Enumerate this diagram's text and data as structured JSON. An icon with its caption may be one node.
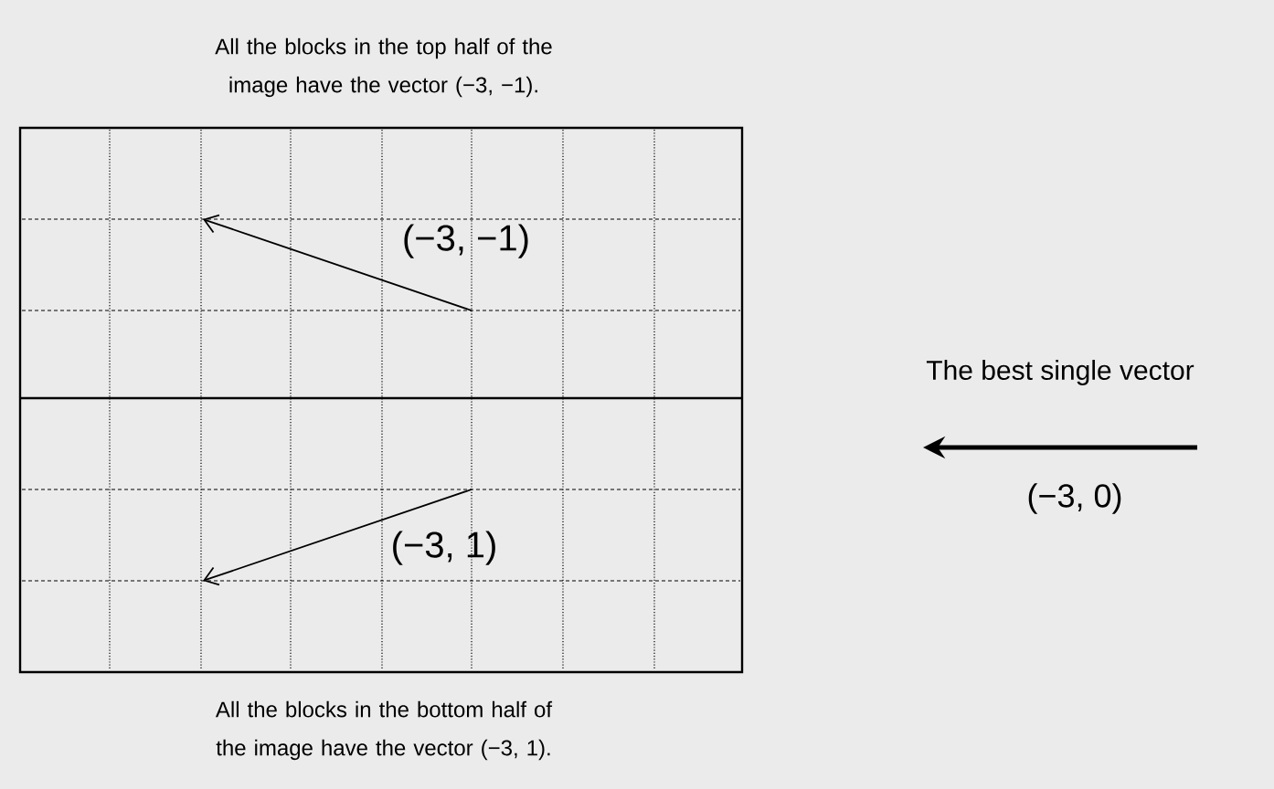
{
  "diagram": {
    "labels": [
      "All the blocks in the top half of the image have the vector (−3, −1).",
      "(−3, −1)",
      "The best single vector",
      "(−3, 0)",
      "(−3, 1)",
      "All the blocks in the bottom half of the image have the vector (−3, 1)."
    ]
  }
}
